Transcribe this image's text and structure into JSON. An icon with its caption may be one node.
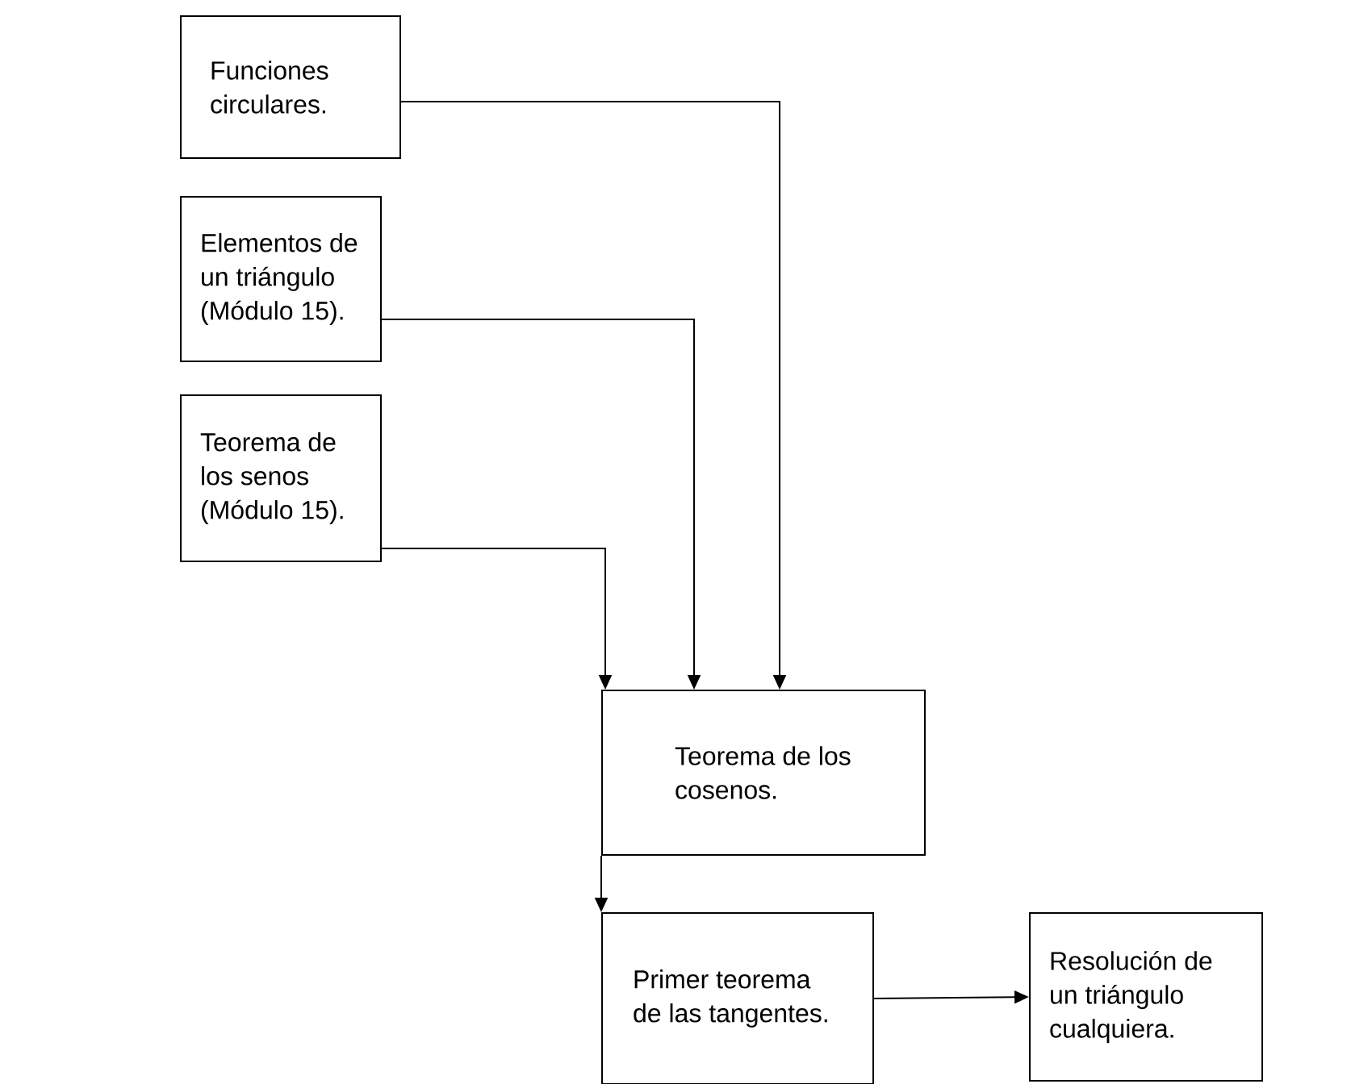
{
  "diagram": {
    "nodes": [
      {
        "text": [
          "Funciones circulares."
        ]
      },
      {
        "text": [
          "Elementos de un triángulo (Módulo 15)."
        ]
      },
      {
        "text": [
          "Teorema de los senos (Módulo 15)."
        ]
      },
      {
        "text": [
          "Teorema de los cosenos."
        ]
      },
      {
        "text": [
          "Primer teorema de las tangentes."
        ]
      },
      {
        "text": [
          "Resolución de un triángulo cualquiera."
        ]
      }
    ],
    "edges": [
      {
        "from": 2,
        "to": 3,
        "arrow": "to"
      },
      {
        "from": 1,
        "to": 3,
        "arrow": "to"
      },
      {
        "from": 0,
        "to": 3,
        "arrow": "to"
      },
      {
        "from": 3,
        "to": 4,
        "arrow": "to"
      },
      {
        "from": 4,
        "to": 5,
        "arrow": "to"
      }
    ]
  }
}
